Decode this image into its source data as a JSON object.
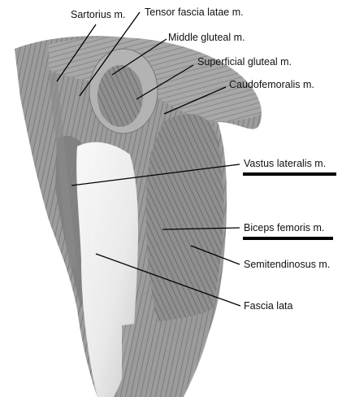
{
  "figure": {
    "labels": [
      {
        "id": "sartorius",
        "text": "Sartorius m.",
        "emphasized": false
      },
      {
        "id": "tensor",
        "text": "Tensor fascia latae m.",
        "emphasized": false
      },
      {
        "id": "middle-gluteal",
        "text": "Middle gluteal m.",
        "emphasized": false
      },
      {
        "id": "superficial-gluteal",
        "text": "Superficial gluteal m.",
        "emphasized": false
      },
      {
        "id": "caudofemoralis",
        "text": "Caudofemoralis m.",
        "emphasized": false
      },
      {
        "id": "vastus-lateralis",
        "text": "Vastus lateralis m.",
        "emphasized": true
      },
      {
        "id": "biceps-femoris",
        "text": "Biceps femoris m.",
        "emphasized": true
      },
      {
        "id": "semitendinosus",
        "text": "Semitendinosus m.",
        "emphasized": false
      },
      {
        "id": "fascia-lata",
        "text": "Fascia lata",
        "emphasized": false
      }
    ]
  }
}
